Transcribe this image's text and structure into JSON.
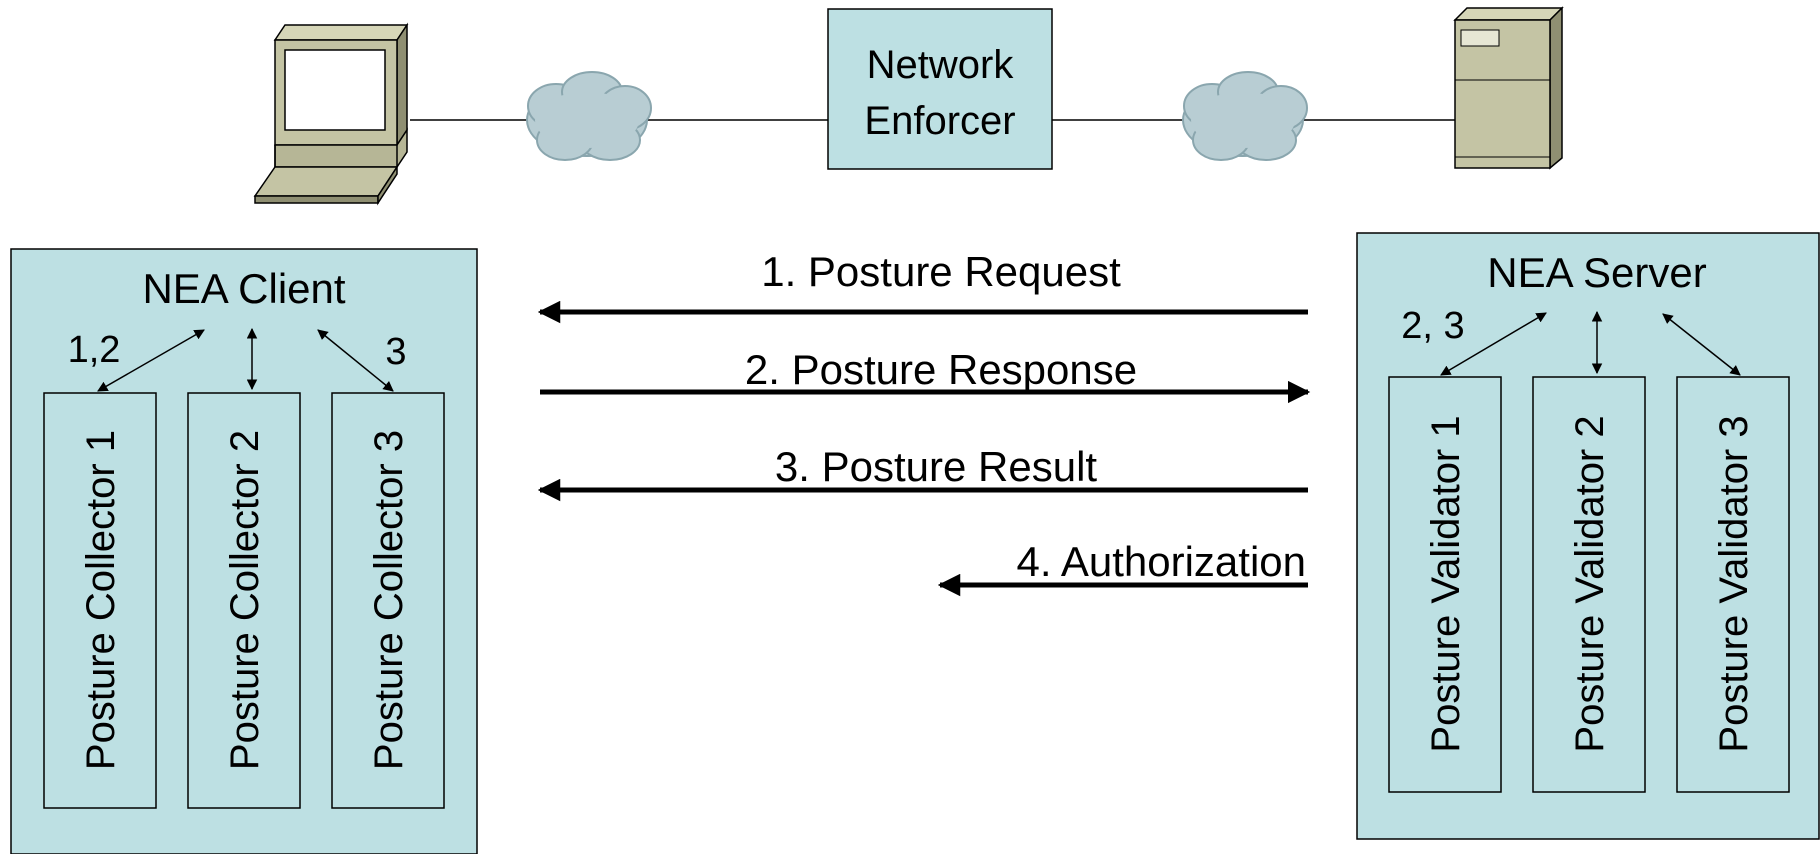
{
  "colors": {
    "box_fill": "#bde0e3",
    "cloud_fill": "#b8cdd3",
    "cloud_stroke": "#8aa6ae",
    "device_fill": "#c4c4a4",
    "device_dark": "#8f8f72",
    "stroke": "#000000"
  },
  "network": {
    "enforcer_label_line1": "Network",
    "enforcer_label_line2": "Enforcer"
  },
  "client": {
    "title": "NEA Client",
    "label_12": "1,2",
    "label_3": "3",
    "collectors": [
      "Posture Collector 1",
      "Posture Collector 2",
      "Posture Collector 3"
    ]
  },
  "server": {
    "title": "NEA Server",
    "label_23": "2, 3",
    "validators": [
      "Posture Validator 1",
      "Posture Validator 2",
      "Posture Validator 3"
    ]
  },
  "messages": [
    {
      "label": "1. Posture Request",
      "direction": "to-client"
    },
    {
      "label": "2. Posture Response",
      "direction": "to-server"
    },
    {
      "label": "3. Posture Result",
      "direction": "to-client"
    },
    {
      "label": "4. Authorization",
      "direction": "to-client"
    }
  ]
}
